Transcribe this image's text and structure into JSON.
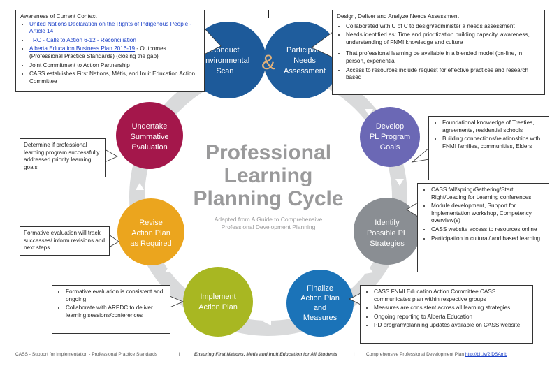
{
  "diagram": {
    "title_lines": [
      "Professional",
      "Learning",
      "Planning Cycle"
    ],
    "subtitle_lines": [
      "Adapted from A Guide to Comprehensive",
      "Professional Development Planning"
    ],
    "ampersand": "&",
    "colors": {
      "ring": "#d9dadb",
      "title": "#9a9a9b",
      "conduct": "#1d5a9a",
      "participant": "#1f5d9d",
      "develop": "#6b68b5",
      "identify": "#8a8e93",
      "finalize": "#1b73b8",
      "implement": "#a8b722",
      "revise": "#eba51e",
      "undertake": "#a4174b"
    },
    "nodes": [
      {
        "id": "conduct",
        "lines": [
          "Conduct",
          "Environmental",
          "Scan"
        ]
      },
      {
        "id": "participant",
        "lines": [
          "Participant",
          "Needs",
          "Assessment"
        ]
      },
      {
        "id": "develop",
        "lines": [
          "Develop",
          "PL Program",
          "Goals"
        ]
      },
      {
        "id": "identify",
        "lines": [
          "Identify",
          "Possible PL",
          "Strategies"
        ]
      },
      {
        "id": "finalize",
        "lines": [
          "Finalize",
          "Action Plan",
          "and",
          "Measures"
        ]
      },
      {
        "id": "implement",
        "lines": [
          "Implement",
          "Action Plan"
        ]
      },
      {
        "id": "revise",
        "lines": [
          "Revise",
          "Action Plan",
          "as Required"
        ]
      },
      {
        "id": "undertake",
        "lines": [
          "Undertake",
          "Summative",
          "Evaluation"
        ]
      }
    ]
  },
  "callouts": {
    "context": {
      "label": "Awareness of Current Context",
      "items": [
        {
          "link": "United Nations Declaration on the Rights of Indigenous People - Article 14",
          "text": ""
        },
        {
          "link": "TRC - Calls to Action 6-12 - Reconciliation",
          "text": ""
        },
        {
          "link": "Alberta Education Business Plan 2016-19",
          "text": " - Outcomes (Professional Practice Standards) (closing the gap)"
        },
        {
          "link": "",
          "text": "Joint Commitment to Action Partnership"
        },
        {
          "link": "",
          "text": "CASS establishes First Nations, Métis, and Inuit Education Action Committee"
        }
      ]
    },
    "needs": {
      "label": "Design, Deliver and Analyze Needs Assessment",
      "items": [
        "Collaborated with U of C to design/administer a needs assessment",
        "Needs identified as: Time and prioritization building capacity, awareness, understanding of FNMI knowledge and culture",
        "That professional learning be available in a blended model (on-line, in person, experiential",
        "Access to resources include request for effective practices and research based"
      ]
    },
    "goals": {
      "items": [
        "Foundational knowledge of Treaties, agreements, residential schools",
        "Building connections/relationships with FNMI families, communities, Elders"
      ]
    },
    "strategies": {
      "items": [
        "CASS fall/spring/Gathering/Start Right/Leading for Learning conferences",
        "Module development, Support for Implementation workshop, Competency overview(s)",
        "CASS website access to resources online",
        "Participation in cultural/land based learning"
      ]
    },
    "summative": {
      "text": "Determine if professional learning program successfully addressed priority learning goals"
    },
    "formative": {
      "text": "Formative evaluation will track successes/ inform revisions and next steps"
    },
    "implement": {
      "items": [
        "Formative evaluation is consistent and ongoing",
        "Collaborate with ARPDC to deliver learning sessions/conferences"
      ]
    },
    "measures": {
      "items": [
        "CASS FNMI Education Action Committee CASS communicates plan within respective groups",
        "Measures are consistent across all learning strategies",
        "Ongoing reporting to Alberta Education",
        "PD program/planning updates available on CASS website"
      ]
    }
  },
  "footer": {
    "left": "CASS  - Support for Implementation - Professional Practice Standards",
    "sep": "l",
    "center": "Ensuring First Nations, Métis and Inuit Education for All Students",
    "right_text": "Comprehensive Professional Development Plan ",
    "right_link": "http://bit.ly/2fDSAmb"
  }
}
